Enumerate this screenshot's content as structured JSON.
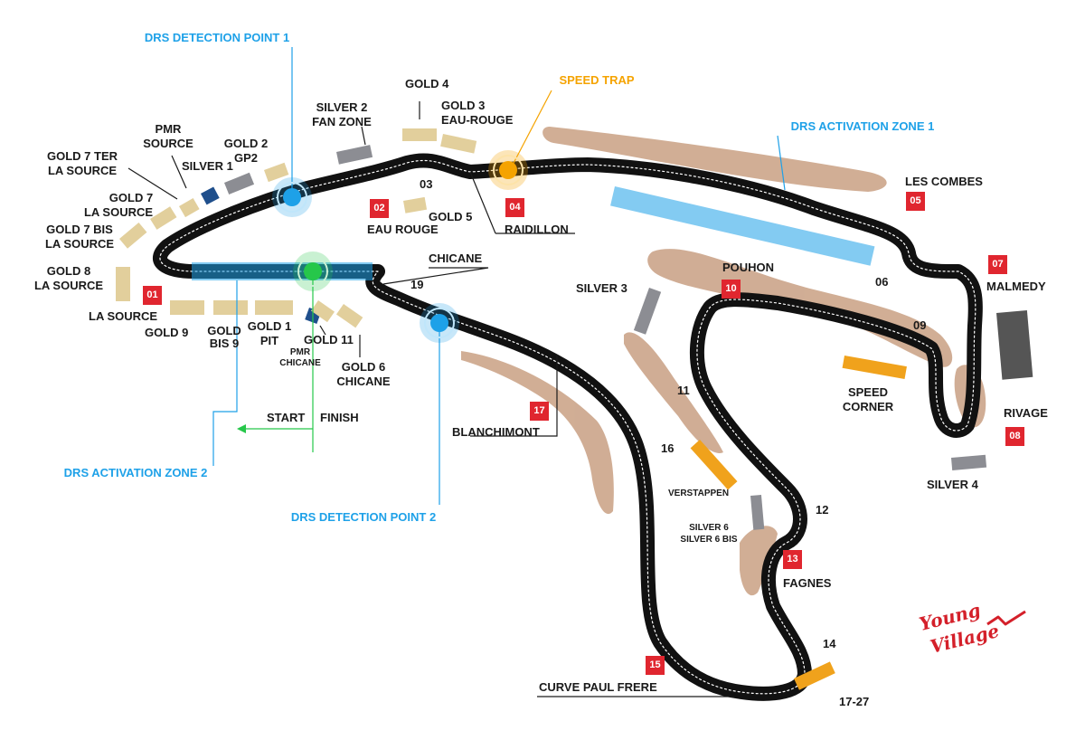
{
  "colors": {
    "track": "#111111",
    "gold": "#e2cf9c",
    "silver": "#8c8d93",
    "pmr": "#1f4f8c",
    "orange_zone": "#f0a21c",
    "dark_zone": "#555555",
    "drs_blue": "#1ea1e8",
    "drs_green": "#26c74a",
    "speed_trap": "#f5a300",
    "terrain": "#cca58a",
    "corner_badge": "#e0262f"
  },
  "drs": {
    "detection_1": "DRS DETECTION POINT 1",
    "detection_2": "DRS DETECTION POINT 2",
    "activation_1": "DRS ACTIVATION ZONE 1",
    "activation_2": "DRS ACTIVATION ZONE 2",
    "speed_trap": "SPEED TRAP",
    "start": "START",
    "finish": "FINISH"
  },
  "corners": {
    "c01": {
      "num": "01",
      "name": "LA SOURCE"
    },
    "c02": {
      "num": "02",
      "name": "EAU ROUGE"
    },
    "c03": {
      "num": "03"
    },
    "c04": {
      "num": "04",
      "name": "RAIDILLON"
    },
    "c05": {
      "num": "05",
      "name": "LES COMBES"
    },
    "c06": {
      "num": "06"
    },
    "c07": {
      "num": "07",
      "name": "MALMEDY"
    },
    "c08": {
      "num": "08",
      "name": "RIVAGE"
    },
    "c09": {
      "num": "09"
    },
    "c10": {
      "num": "10",
      "name": "POUHON"
    },
    "c11": {
      "num": "11"
    },
    "c12": {
      "num": "12"
    },
    "c13": {
      "num": "13",
      "name": "FAGNES"
    },
    "c14": {
      "num": "14"
    },
    "c15": {
      "num": "15",
      "name": "CURVE PAUL FRERE"
    },
    "c16": {
      "num": "16"
    },
    "c17": {
      "num": "17",
      "name": "BLANCHIMONT"
    },
    "c19": {
      "num": "19"
    },
    "chicane": "CHICANE"
  },
  "stands": {
    "gold_4": "GOLD 4",
    "gold_3": "GOLD 3",
    "eau_rouge": "EAU-ROUGE",
    "silver_2": "SILVER 2",
    "fan_zone": "FAN ZONE",
    "gold_2": "GOLD 2",
    "gp2": "GP2",
    "pmr_source_1": "PMR",
    "pmr_source_2": "SOURCE",
    "silver_1": "SILVER 1",
    "gold_7_ter": "GOLD 7 TER",
    "la_source_a": "LA SOURCE",
    "gold_7": "GOLD 7",
    "la_source_b": "LA SOURCE",
    "gold_7_bis": "GOLD 7 BIS",
    "la_source_c": "LA SOURCE",
    "gold_8": "GOLD 8",
    "la_source_d": "LA SOURCE",
    "gold_5": "GOLD 5",
    "gold_9": "GOLD 9",
    "gold_bis9_1": "GOLD",
    "gold_bis9_2": "BIS 9",
    "gold_1": "GOLD 1",
    "pit": "PIT",
    "pmr_chicane_1": "PMR",
    "pmr_chicane_2": "CHICANE",
    "gold_11": "GOLD 11",
    "gold_6": "GOLD 6",
    "chicane_stand": "CHICANE",
    "silver_3": "SILVER 3",
    "speed_corner_1": "SPEED",
    "speed_corner_2": "CORNER",
    "verstappen": "VERSTAPPEN",
    "silver_6": "SILVER 6",
    "silver_6_bis": "SILVER 6 BIS",
    "silver_4": "SILVER 4",
    "stands_17_27": "17-27"
  },
  "brand": {
    "line1": "Young",
    "line2": "Village"
  }
}
